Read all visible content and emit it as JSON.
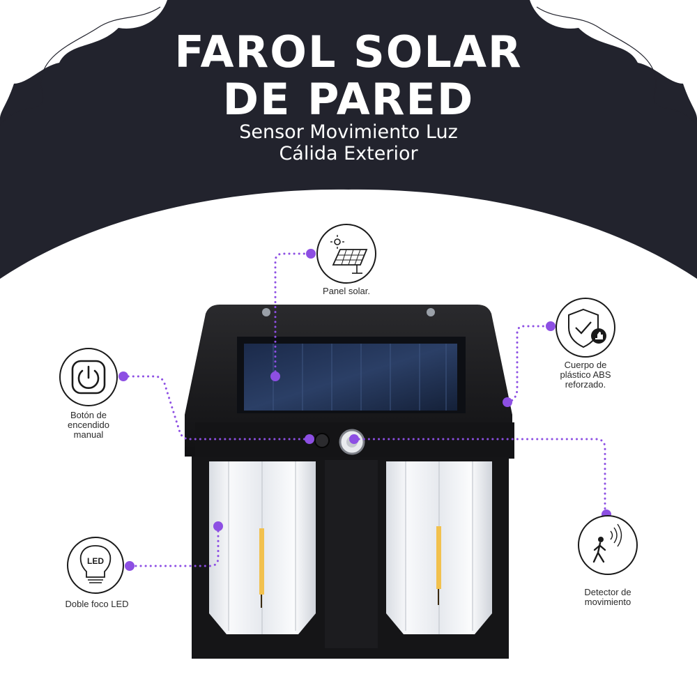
{
  "title": {
    "line1": "FAROL SOLAR",
    "line2": "DE PARED"
  },
  "subtitle": {
    "line1": "Sensor Movimiento Luz",
    "line2": "Cálida Exterior"
  },
  "colors": {
    "banner": "#22232d",
    "accent": "#8d4fe3",
    "lamp_body": "#1c1c1e",
    "led": "#f2c14e"
  },
  "icons": [
    "solar-panel-icon",
    "shield-check-icon",
    "power-button-icon",
    "led-bulb-icon",
    "motion-sensor-icon"
  ],
  "features": {
    "solar": {
      "lines": [
        "Panel solar."
      ]
    },
    "body": {
      "lines": [
        "Cuerpo de",
        "plástico ABS",
        "reforzado."
      ]
    },
    "button": {
      "lines": [
        "Botón de",
        "encendido",
        "manual"
      ]
    },
    "led": {
      "lines": [
        "Doble foco LED"
      ]
    },
    "motion": {
      "lines": [
        "Detector de",
        "movimiento"
      ]
    }
  },
  "icon_text": {
    "led": "LED"
  }
}
